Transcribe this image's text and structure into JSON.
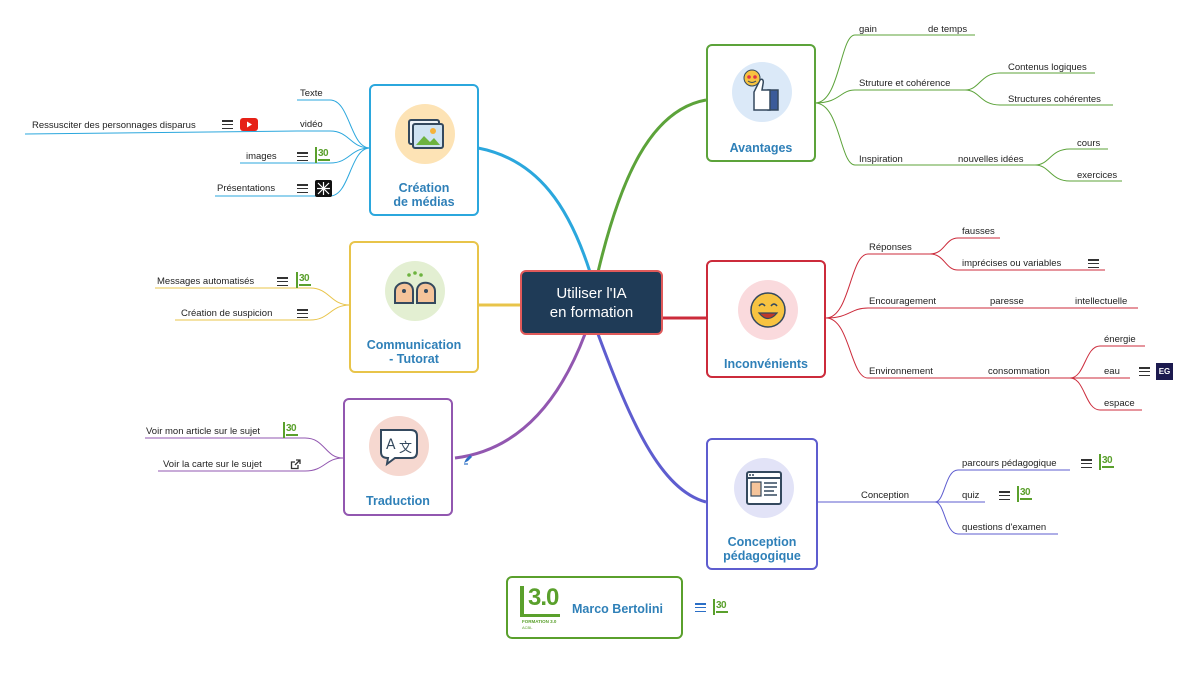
{
  "center": {
    "line1": "Utiliser l'IA",
    "line2": "en formation"
  },
  "colors": {
    "media": "#2ba7dd",
    "comm": "#e8c44a",
    "trad": "#9257b0",
    "avantages": "#5ca33a",
    "inconv": "#cc2b3b",
    "conception": "#5e5dcf",
    "author": "#5aa02c"
  },
  "media": {
    "title1": "Création",
    "title2": "de médias",
    "items": {
      "texte": "Texte",
      "video": "vidéo",
      "ressusciter": "Ressusciter des personnages disparus",
      "images": "images",
      "presentations": "Présentations"
    }
  },
  "comm": {
    "title1": "Communication",
    "title2": "- Tutorat",
    "items": {
      "messages": "Messages automatisés",
      "suspicion": "Création de suspicion"
    }
  },
  "trad": {
    "title": "Traduction",
    "items": {
      "article": "Voir mon article sur le sujet",
      "carte": "Voir la carte sur le sujet"
    }
  },
  "avantages": {
    "title": "Avantages",
    "items": {
      "gain": "gain",
      "temps": "de temps",
      "structure": "Struture et cohérence",
      "logiques": "Contenus logiques",
      "coherentes": "Structures cohérentes",
      "inspiration": "Inspiration",
      "idees": "nouvelles idées",
      "cours": "cours",
      "exercices": "exercices"
    }
  },
  "inconv": {
    "title": "Inconvénients",
    "items": {
      "reponses": "Réponses",
      "fausses": "fausses",
      "imprecises": "imprécises ou variables",
      "encouragement": "Encouragement",
      "paresse": "paresse",
      "intellectuelle": "intellectuelle",
      "environnement": "Environnement",
      "consommation": "consommation",
      "energie": "énergie",
      "eau": "eau",
      "espace": "espace"
    }
  },
  "conception": {
    "title1": "Conception",
    "title2": "pédagogique",
    "items": {
      "conception": "Conception",
      "parcours": "parcours pédagogique",
      "quiz": "quiz",
      "questions": "questions d'examen"
    }
  },
  "author": {
    "name": "Marco Bertolini",
    "logo_big": "3.0",
    "logo_caption": "FORMATION 3.0",
    "logo_caption2": "ACBL"
  },
  "icons": {
    "youtube": "youtube-icon",
    "notes": "notes-icon",
    "logo30": "formation30-logo",
    "eg": "eg-logo",
    "external": "external-link-icon",
    "pen": "pen-icon"
  },
  "eg_text": "EG",
  "logo30_text": "30"
}
